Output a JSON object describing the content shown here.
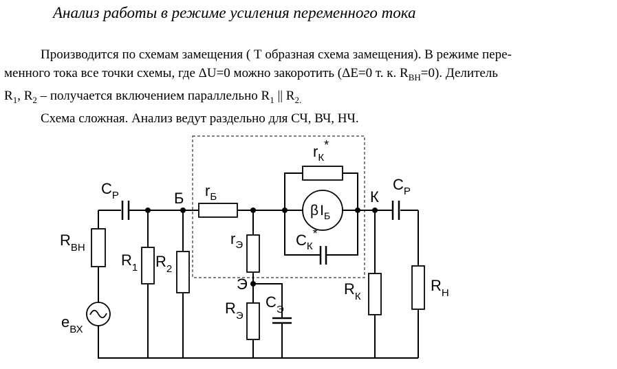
{
  "title": "Анализ работы в режиме усиления переменного тока",
  "paragraph": {
    "line1": "Производится по схемам замещения ( Т образная схема замещения). В режиме пере-",
    "line2": "менного тока все точки схемы, где ΔU=0 можно закоротить (ΔE=0 т. к. R",
    "line2_sub": "ВН",
    "line2_end": "=0). Делитель",
    "line3_a": "R",
    "line3_a_sub": "1",
    "line3_b": ", R",
    "line3_b_sub": "2",
    "line3_c": " – получается включением параллельно R",
    "line3_c_sub": "1",
    "line3_par": " || ",
    "line3_d": "R",
    "line3_d_sub": "2.",
    "line4": "Схема сложная. Анализ ведут раздельно для СЧ, ВЧ, НЧ."
  },
  "circuit": {
    "node_b": "Б",
    "node_k": "К",
    "node_e": "Э",
    "cp_left": {
      "main": "C",
      "sub": "Р"
    },
    "cp_right": {
      "main": "C",
      "sub": "Р"
    },
    "rb": {
      "main": "r",
      "sub": "Б"
    },
    "rk_star": {
      "main": "r",
      "sub": "К",
      "sup": "*"
    },
    "ck_star": {
      "main": "C",
      "sub": "К",
      "sup": "*"
    },
    "re_small": {
      "main": "r",
      "sub": "Э"
    },
    "source_label": {
      "main": "β",
      "sub_main": "I",
      "sub": "Б"
    },
    "rvn": {
      "main": "R",
      "sub": "ВН"
    },
    "r1": {
      "main": "R",
      "sub": "1"
    },
    "r2": {
      "main": "R",
      "sub": "2"
    },
    "rk": {
      "main": "R",
      "sub": "К"
    },
    "rn": {
      "main": "R",
      "sub": "Н"
    },
    "re_big": {
      "main": "R",
      "sub": "Э"
    },
    "ce": {
      "main": "C",
      "sub": "Э"
    },
    "evx": {
      "main": "e",
      "sub": "ВХ"
    }
  }
}
